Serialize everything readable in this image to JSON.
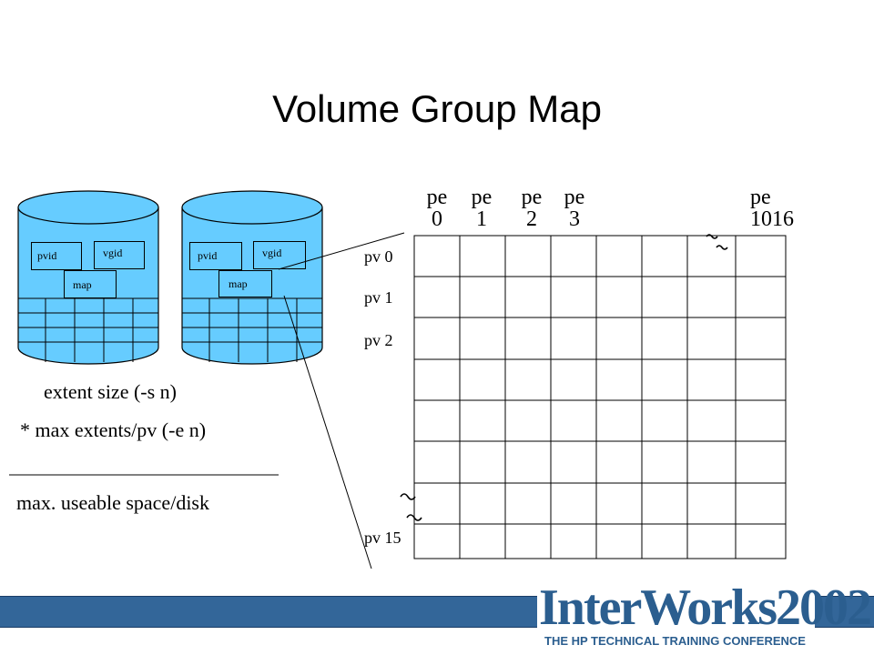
{
  "title": "Volume Group Map",
  "disks": [
    {
      "pvid": "pvid",
      "vgid": "vgid",
      "map": "map"
    },
    {
      "pvid": "pvid",
      "vgid": "vgid",
      "map": "map"
    }
  ],
  "pe_labels": [
    {
      "top": "pe",
      "bottom": "0"
    },
    {
      "top": "pe",
      "bottom": "1"
    },
    {
      "top": "pe",
      "bottom": "2"
    },
    {
      "top": "pe",
      "bottom": "3"
    },
    {
      "top": "pe",
      "bottom": "1016"
    }
  ],
  "pv_labels": [
    "pv 0",
    "pv 1",
    "pv 2",
    "pv 15"
  ],
  "formula": {
    "line1": "extent size (-s n)",
    "line2_prefix": "*  max extents/pv (-e n)",
    "result": "max. useable space/disk"
  },
  "footer": {
    "logo": "InterWorks2002",
    "subtitle": "THE HP TECHNICAL TRAINING CONFERENCE"
  },
  "colors": {
    "disk_fill": "#66ccff",
    "footer_bar": "#336699",
    "logo": "#2b5e8f"
  }
}
